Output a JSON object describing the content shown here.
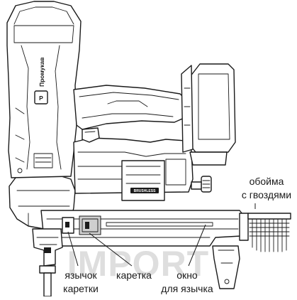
{
  "brand": {
    "logo_letter": "P",
    "name": "Промукав"
  },
  "motor_badge": "BRUSHLESS",
  "watermark": "IMPORT",
  "callouts": {
    "magazine_line1": "обойма",
    "magazine_line2": "с гвоздями",
    "pusher_tongue_line1": "язычок",
    "pusher_tongue_line2": "каретки",
    "pusher": "каретка",
    "window_line1": "окно",
    "window_line2": "для язычка"
  }
}
